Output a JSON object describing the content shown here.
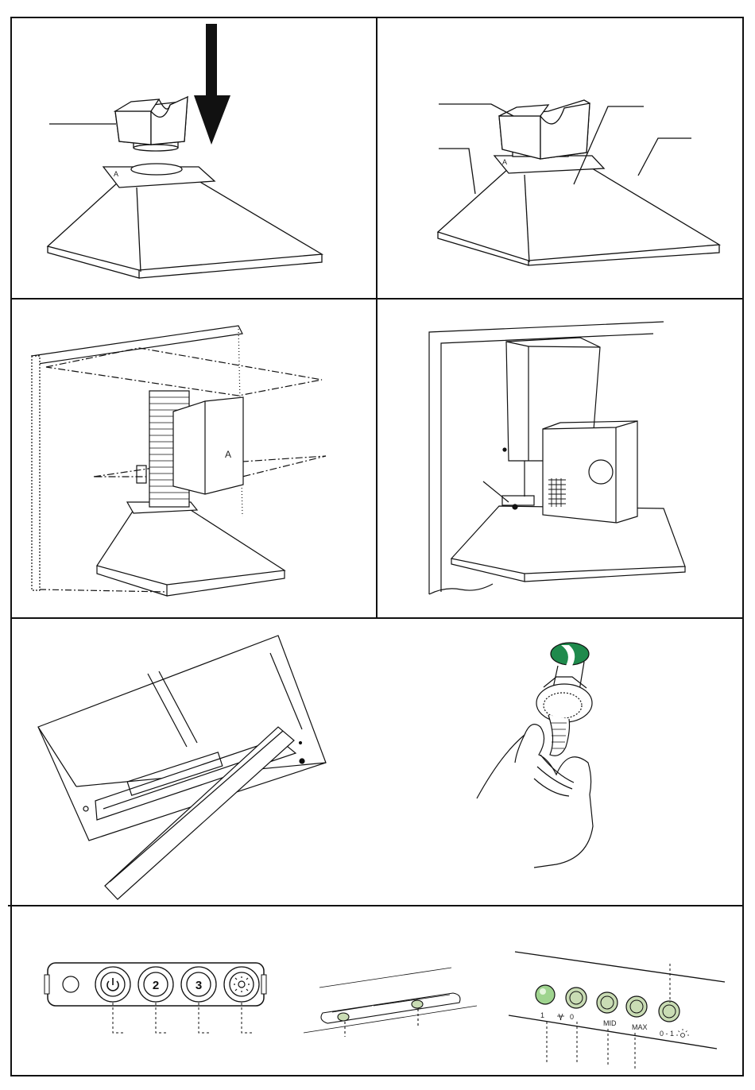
{
  "panels": {
    "duct_letter": "A",
    "control_panel_buttons": [
      "2",
      "3"
    ],
    "slider_labels": [
      "1",
      "0",
      "MID",
      "MAX",
      "0 - 1"
    ]
  },
  "colors": {
    "line": "#111111",
    "filter_green": "#1f8a4c",
    "knob_green": "#c9dcb4",
    "led_green": "#9fd48f",
    "paper": "#ffffff"
  },
  "icons": [
    "arrow-down-icon",
    "power-icon",
    "light-icon",
    "fan-off-icon"
  ]
}
